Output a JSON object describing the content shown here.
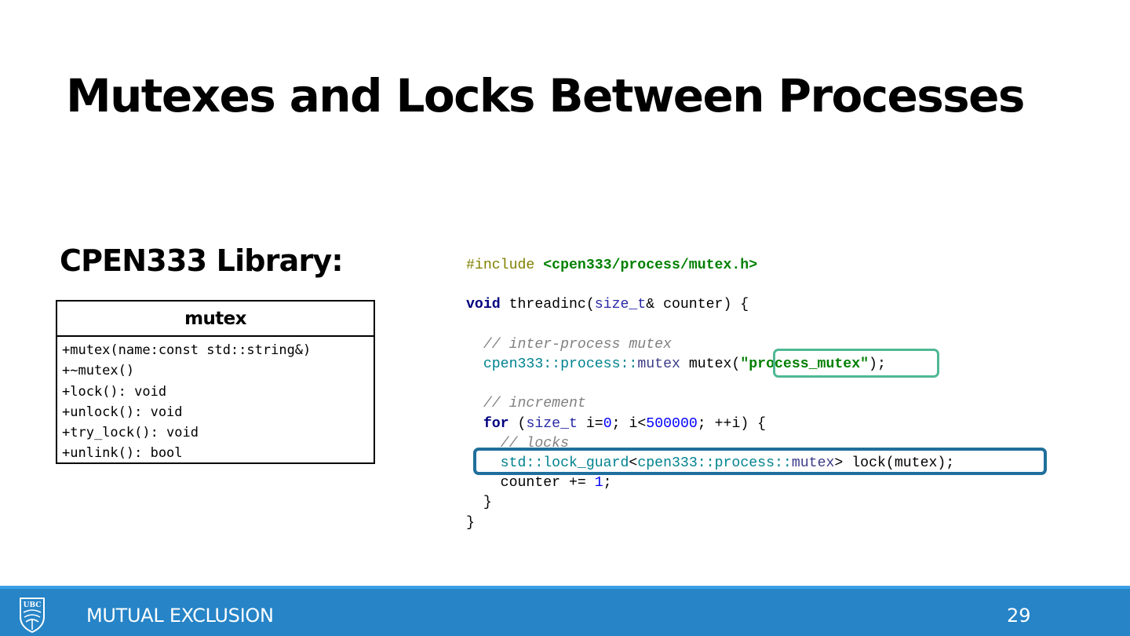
{
  "slide": {
    "title": "Mutexes and Locks Between Processes",
    "subtitle": "CPEN333 Library:"
  },
  "uml": {
    "class_name": "mutex",
    "operations": [
      "+mutex(name:const std::string&)",
      "+~mutex()",
      "+lock(): void",
      "+unlock(): void",
      "+try_lock(): void",
      "+unlink(): bool"
    ]
  },
  "code": {
    "include_directive": "#include",
    "include_path": "<cpen333/process/mutex.h>",
    "kw_void": "void",
    "fn_name": " threadinc(",
    "type_size_t": "size_t",
    "fn_params_rest": "& counter) {",
    "comment_mutex": "// inter-process mutex",
    "ns_cpen333": "cpen333",
    "sep": "::",
    "ns_process": "process",
    "cls_mutex": "mutex",
    "var_decl": " mutex(",
    "mutex_name": "\"process_mutex\"",
    "decl_end": ");",
    "comment_increment": "// increment",
    "kw_for": "for",
    "for_open": " (",
    "for_init": " i=",
    "zero": "0",
    "for_cond": "; i<",
    "limit": "500000",
    "for_rest": "; ++i) {",
    "comment_locks": "// locks",
    "ns_std": "std",
    "cls_lock_guard": "lock_guard",
    "lt": "<",
    "lock_rest": "> lock(mutex);",
    "counter_stmt": "counter += ",
    "one": "1",
    "semi": ";",
    "close_inner": "}",
    "close_outer": "}"
  },
  "footer": {
    "logo_text": "UBC",
    "section": "MUTUAL EXCLUSION",
    "page": "29"
  },
  "colors": {
    "footer_bg": "#2684c7",
    "highlight_green": "#4fb893",
    "highlight_blue": "#1f6f9d"
  }
}
